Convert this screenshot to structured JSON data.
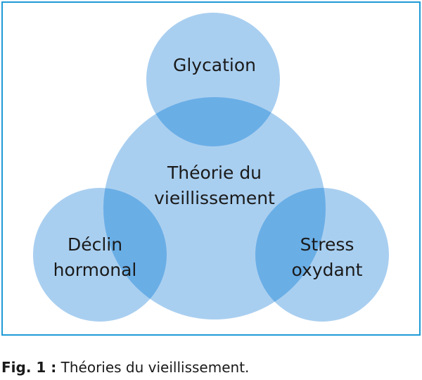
{
  "colors": {
    "frame_border": "#1f9ad6",
    "circle_fill": "#a9cff0",
    "overlap_fill": "#6aaee6",
    "text": "#1a1a1a"
  },
  "diagram": {
    "center": {
      "line1": "Théorie du",
      "line2": "vieillissement"
    },
    "top": {
      "line1": "Glycation"
    },
    "left": {
      "line1": "Déclin",
      "line2": "hormonal"
    },
    "right": {
      "line1": "Stress",
      "line2": "oxydant"
    }
  },
  "caption": {
    "figure_number": "Fig. 1 :",
    "text": " Théories du vieillissement."
  }
}
